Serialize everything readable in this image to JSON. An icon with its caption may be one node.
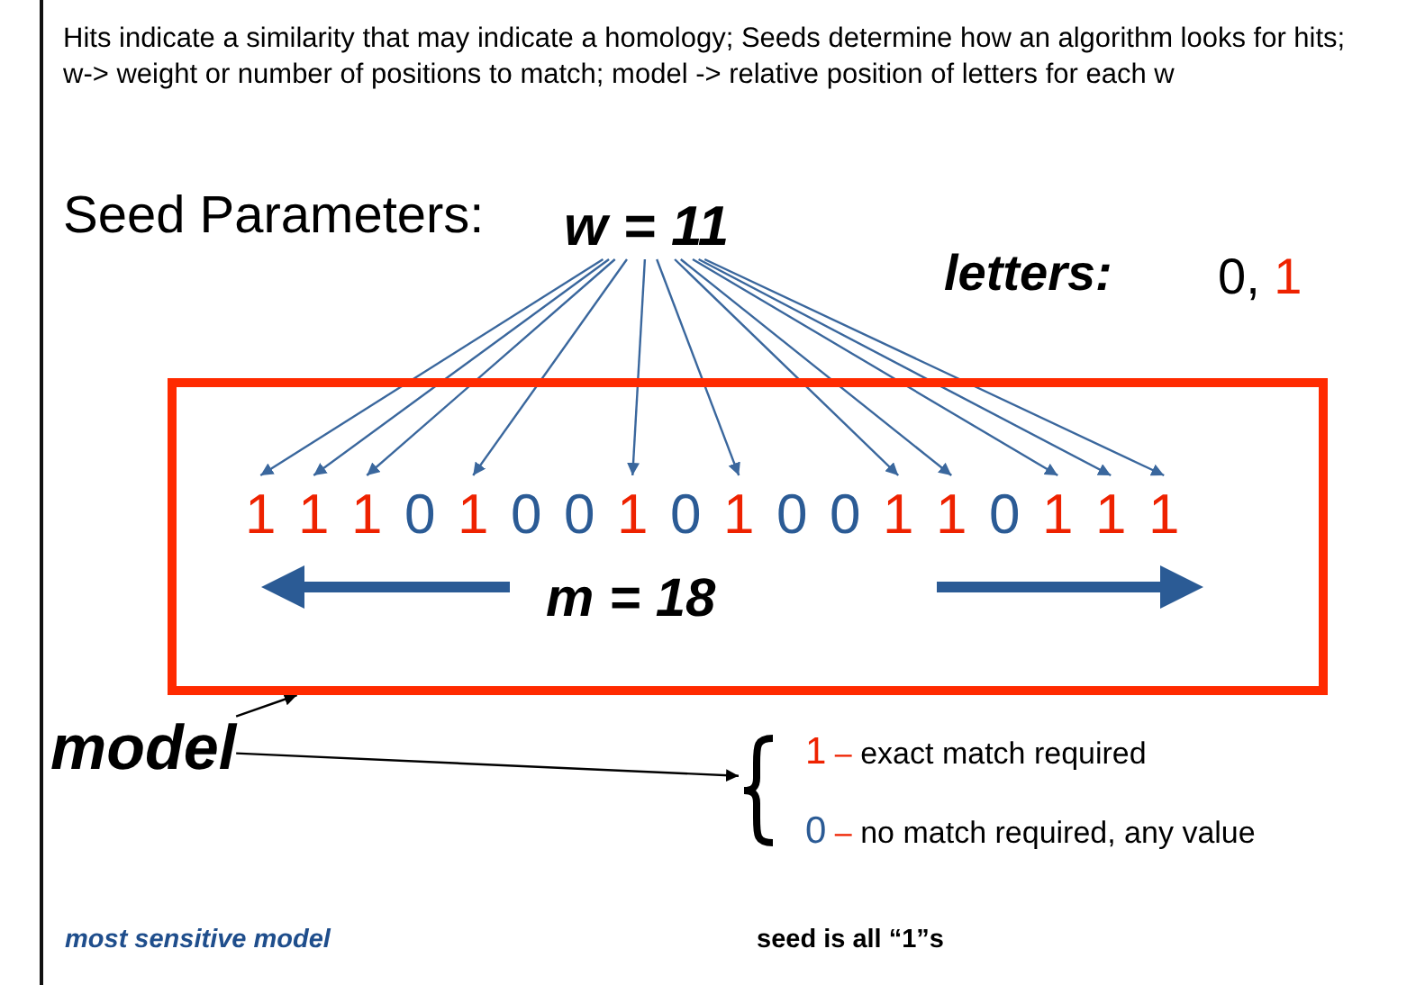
{
  "diagram": {
    "nodes": [
      {
        "text": [
          "w = 11"
        ]
      },
      {
        "text": [],
        "shape": "box"
      },
      {
        "text": [
          "1"
        ],
        "in": 1
      },
      {
        "text": [
          "1"
        ],
        "in": 1
      },
      {
        "text": [
          "1"
        ],
        "in": 1
      },
      {
        "text": [
          "0"
        ],
        "in": 1
      },
      {
        "text": [
          "1"
        ],
        "in": 1
      },
      {
        "text": [
          "0"
        ],
        "in": 1
      },
      {
        "text": [
          "0"
        ],
        "in": 1
      },
      {
        "text": [
          "1"
        ],
        "in": 1
      },
      {
        "text": [
          "0"
        ],
        "in": 1
      },
      {
        "text": [
          "1"
        ],
        "in": 1
      },
      {
        "text": [
          "0"
        ],
        "in": 1
      },
      {
        "text": [
          "0"
        ],
        "in": 1
      },
      {
        "text": [
          "1"
        ],
        "in": 1
      },
      {
        "text": [
          "1"
        ],
        "in": 1
      },
      {
        "text": [
          "0"
        ],
        "in": 1
      },
      {
        "text": [
          "1"
        ],
        "in": 1
      },
      {
        "text": [
          "1"
        ],
        "in": 1
      },
      {
        "text": [
          "1"
        ],
        "in": 1
      },
      {
        "text": [
          "m = 18"
        ],
        "in": 1
      },
      {
        "text": [
          "model"
        ]
      },
      {
        "text": [
          "1 – exact match required",
          "0 – no match required, any value"
        ]
      }
    ],
    "edges": [
      {
        "from": 0,
        "to": 2,
        "arrow": "to"
      },
      {
        "from": 0,
        "to": 3,
        "arrow": "to"
      },
      {
        "from": 0,
        "to": 4,
        "arrow": "to"
      },
      {
        "from": 0,
        "to": 6,
        "arrow": "to"
      },
      {
        "from": 0,
        "to": 9,
        "arrow": "to"
      },
      {
        "from": 0,
        "to": 11,
        "arrow": "to"
      },
      {
        "from": 0,
        "to": 14,
        "arrow": "to"
      },
      {
        "from": 0,
        "to": 15,
        "arrow": "to"
      },
      {
        "from": 0,
        "to": 17,
        "arrow": "to"
      },
      {
        "from": 0,
        "to": 18,
        "arrow": "to"
      },
      {
        "from": 0,
        "to": 19,
        "arrow": "to"
      },
      {
        "from": 21,
        "to": 1,
        "arrow": "to",
        "color": "#000000"
      },
      {
        "from": 21,
        "to": 22,
        "arrow": "to",
        "color": "#000000"
      }
    ],
    "labels": [
      "Hits indicate a similarity that may indicate a homology; Seeds determine how an algorithm looks for hits; w->   weight or number of positions to match; model -> relative position of letters for each w",
      "Seed Parameters:",
      "letters:",
      "0, 1",
      "most sensitive model",
      "seed is all “1”s"
    ]
  }
}
